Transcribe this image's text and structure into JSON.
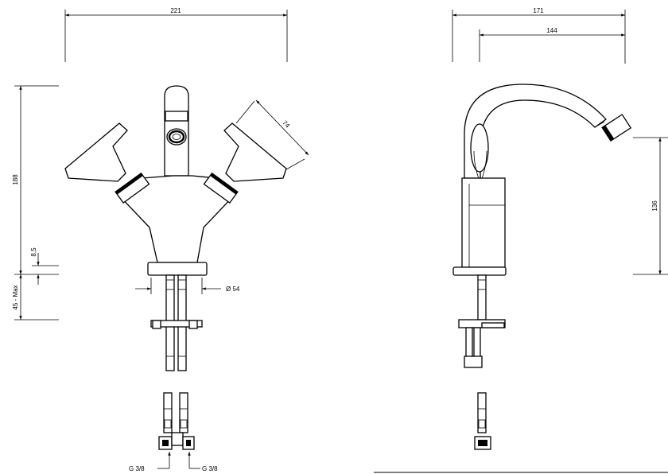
{
  "front_view": {
    "dim_width": "221",
    "dim_height": "188",
    "dim_handle": "74",
    "dim_base_thickness": "8,5",
    "dim_deck": "45 - Max",
    "dim_hole": "Ø 54",
    "connection_left": "G 3/8",
    "connection_right": "G 3/8"
  },
  "side_view": {
    "dim_depth": "171",
    "dim_reach": "144",
    "dim_spout_height": "136"
  }
}
